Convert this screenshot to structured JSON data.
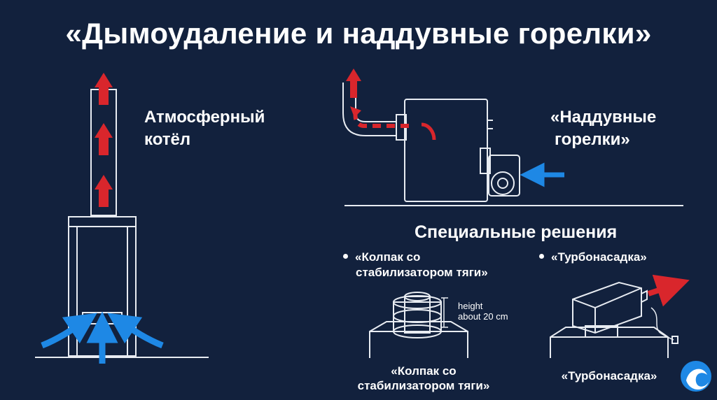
{
  "title": "«Дымоудаление и наддувные горелки»",
  "atmospheric": {
    "line1": "Атмосферный",
    "line2": "котёл"
  },
  "forced": {
    "line1": "«Наддувные",
    "line2": "горелки»"
  },
  "special": {
    "heading": "Специальные решения",
    "item1": {
      "line1": "«Колпак со",
      "line2": "стабилизатором тяги»"
    },
    "item2": {
      "label": "«Турбонасадка»"
    },
    "cap1": {
      "line1": "«Колпак со",
      "line2": "стабилизатором тяги»"
    },
    "cap2": "«Турбонасадка»",
    "height_note": {
      "line1": "height",
      "line2": "about 20 cm"
    }
  },
  "colors": {
    "background": "#12213d",
    "line": "#e8ecf2",
    "exhaust": "#d9262c",
    "intake": "#1e88e5"
  },
  "icons": [
    "up-arrow-icon",
    "intake-arrow-icon",
    "logo-icon"
  ]
}
